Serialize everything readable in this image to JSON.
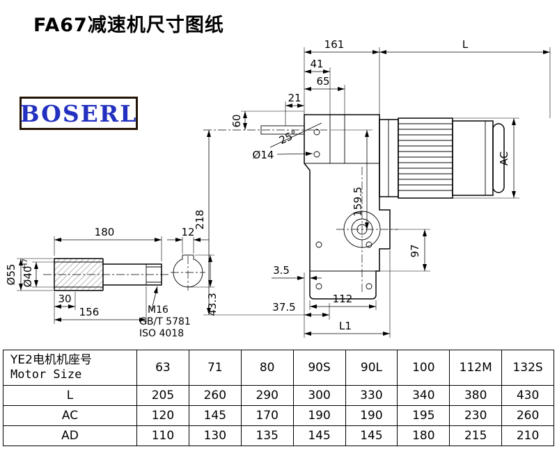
{
  "title": "FA67减速机尺寸图纸",
  "logo_text": "BOSERL",
  "main_view": {
    "dim_161": "161",
    "dim_L": "L",
    "dim_41": "41",
    "dim_65": "65",
    "dim_21": "21",
    "dim_60": "60",
    "dim_218": "218",
    "dim_dia14": "Ø14",
    "angle_25": "25°",
    "dim_159_5": "159.5",
    "dim_AC": "AC",
    "dim_97": "97",
    "dim_3_5": "3.5",
    "dim_37_5": "37.5",
    "dim_112": "112",
    "dim_L1": "L1"
  },
  "shaft_view": {
    "dim_180": "180",
    "dim_12": "12",
    "dim_dia55": "Ø55",
    "dim_dia40": "Ø40",
    "dim_dia40_tol": "H7",
    "dim_30": "30",
    "dim_156": "156",
    "note_m16": "M16",
    "note_gb": "GB/T 5781",
    "note_iso": "ISO 4018",
    "dim_43_3": "43.3"
  },
  "table": {
    "header_cn": "YE2电机机座号",
    "header_en": "Motor Size",
    "columns": [
      "63",
      "71",
      "80",
      "90S",
      "90L",
      "100",
      "112M",
      "132S"
    ],
    "rows": [
      {
        "label": "L",
        "values": [
          "205",
          "260",
          "290",
          "300",
          "330",
          "340",
          "380",
          "430"
        ]
      },
      {
        "label": "AC",
        "values": [
          "120",
          "145",
          "170",
          "190",
          "190",
          "195",
          "230",
          "260"
        ]
      },
      {
        "label": "AD",
        "values": [
          "110",
          "130",
          "135",
          "145",
          "145",
          "180",
          "215",
          "210"
        ]
      }
    ]
  }
}
